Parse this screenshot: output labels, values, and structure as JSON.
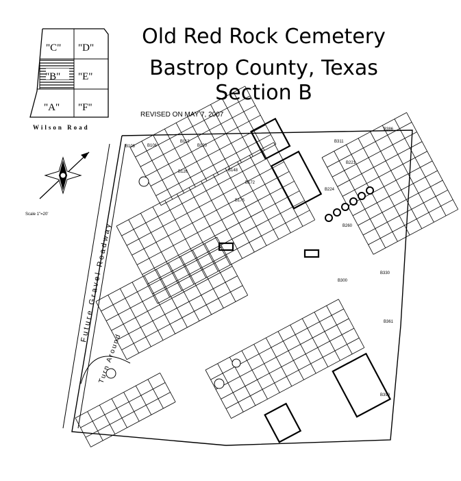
{
  "title": {
    "line1": "Old Red Rock Cemetery",
    "line2": "Bastrop County, Texas",
    "line3": "Section B"
  },
  "key_map": {
    "sections": [
      {
        "label": "\"C\"",
        "highlighted": false
      },
      {
        "label": "\"D\"",
        "highlighted": false
      },
      {
        "label": "\"B\"",
        "highlighted": true
      },
      {
        "label": "\"E\"",
        "highlighted": false
      },
      {
        "label": "\"A\"",
        "highlighted": false
      },
      {
        "label": "\"F\"",
        "highlighted": false
      }
    ],
    "road_label": "Wilson Road"
  },
  "revised": "REVISED ON MAY 7, 2007",
  "scale": "Scale 1\"=20'",
  "roadway_label": "Future Gravel Roadway",
  "turnaround_label": "Turn Around",
  "plots_sample": [
    "B108",
    "B106",
    "B113",
    "B120",
    "B126",
    "B148",
    "B172",
    "B175",
    "B221",
    "B224",
    "B260",
    "B300",
    "B311",
    "B330",
    "B361",
    "B386",
    "B399"
  ],
  "colors": {
    "ink": "#000000",
    "paper": "#ffffff",
    "hatch": "#222222"
  }
}
